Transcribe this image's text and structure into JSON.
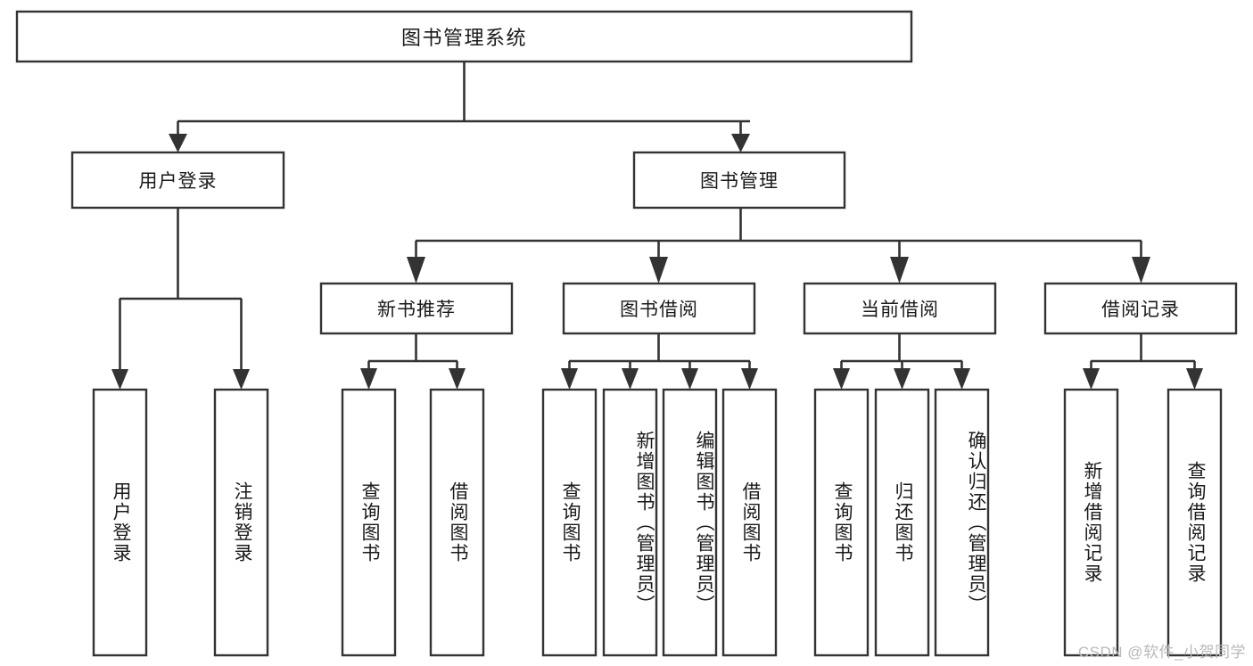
{
  "diagram": {
    "title": "图书管理系统",
    "type": "tree-hierarchy-diagram",
    "watermark": "CSDN @软件_小贺同学",
    "colors": {
      "background": "#ffffff",
      "stroke": "#333333",
      "box_fill": "#ffffff",
      "text": "#1a1a1a",
      "watermark": "#b9b9b9"
    },
    "root": {
      "label": "图书管理系统"
    },
    "level2": [
      {
        "id": "user-login",
        "label": "用户登录"
      },
      {
        "id": "book-manage",
        "label": "图书管理"
      }
    ],
    "level3": [
      {
        "id": "new-book-recommend",
        "label": "新书推荐",
        "parent": "book-manage"
      },
      {
        "id": "book-borrow",
        "label": "图书借阅",
        "parent": "book-manage"
      },
      {
        "id": "current-borrow",
        "label": "当前借阅",
        "parent": "book-manage"
      },
      {
        "id": "borrow-record",
        "label": "借阅记录",
        "parent": "book-manage"
      }
    ],
    "leaves": {
      "user-login": [
        {
          "id": "leaf-user-login",
          "label": "用户登录"
        },
        {
          "id": "leaf-logout-login",
          "label": "注销登录"
        }
      ],
      "new-book-recommend": [
        {
          "id": "leaf-query-book-1",
          "label": "查询图书"
        },
        {
          "id": "leaf-borrow-book-1",
          "label": "借阅图书"
        }
      ],
      "book-borrow": [
        {
          "id": "leaf-query-book-2",
          "label": "查询图书"
        },
        {
          "id": "leaf-add-book",
          "label": "新增图书（管理员）"
        },
        {
          "id": "leaf-edit-book",
          "label": "编辑图书（管理员）"
        },
        {
          "id": "leaf-borrow-book-2",
          "label": "借阅图书"
        }
      ],
      "current-borrow": [
        {
          "id": "leaf-query-book-3",
          "label": "查询图书"
        },
        {
          "id": "leaf-return-book",
          "label": "归还图书"
        },
        {
          "id": "leaf-confirm-return",
          "label": "确认归还（管理员）"
        }
      ],
      "borrow-record": [
        {
          "id": "leaf-add-record",
          "label": "新增借阅记录"
        },
        {
          "id": "leaf-query-record",
          "label": "查询借阅记录"
        }
      ]
    }
  }
}
